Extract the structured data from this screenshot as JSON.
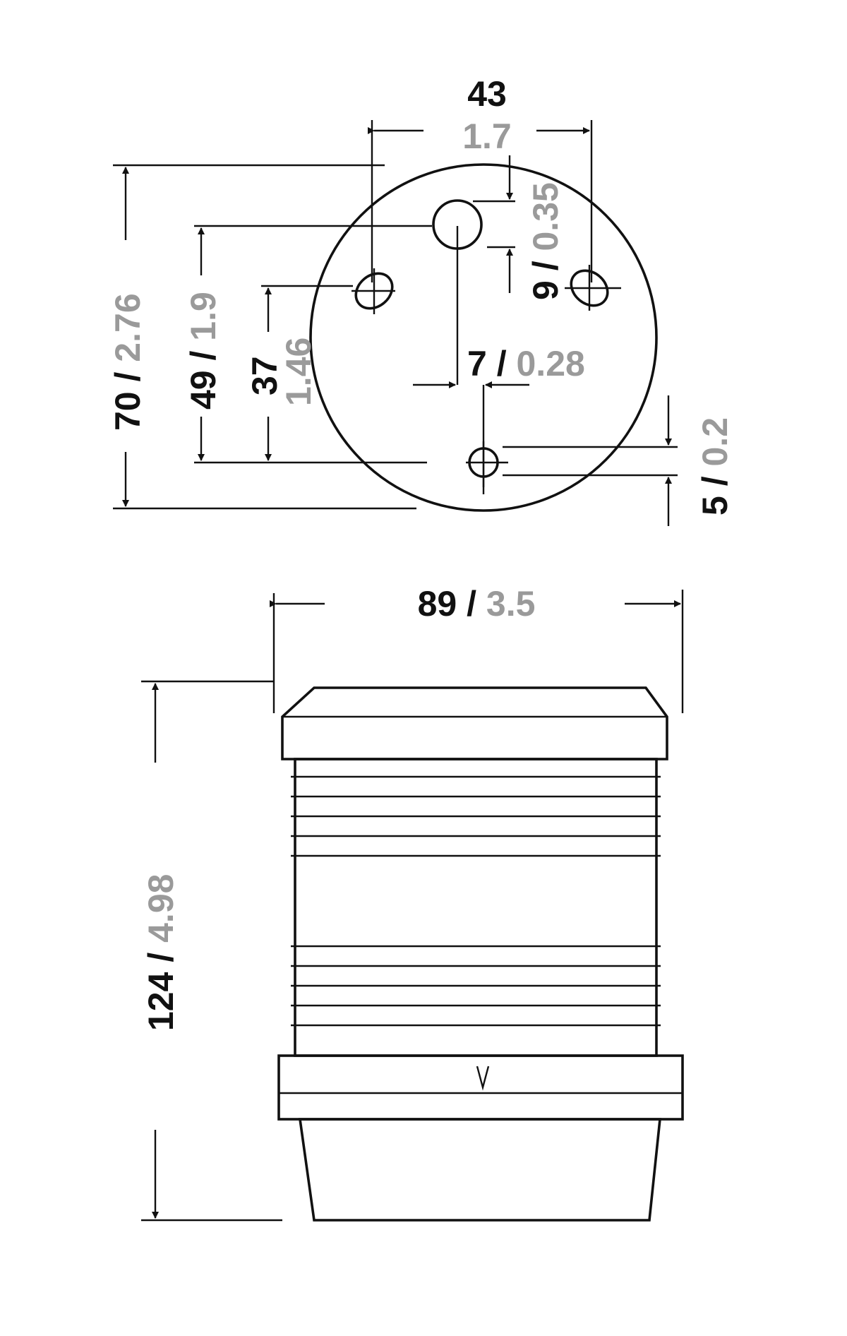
{
  "colors": {
    "line": "#111111",
    "metric": "#111111",
    "imperial": "#9a9a9a"
  },
  "top_view": {
    "width_top": {
      "metric": "43",
      "imperial": "1.7"
    },
    "hole_offset": {
      "metric": "9",
      "sep": " / ",
      "imperial": "0.35"
    },
    "height_70": {
      "metric": "70",
      "sep": " / ",
      "imperial": "2.76"
    },
    "height_49": {
      "metric": "49",
      "sep": " / ",
      "imperial": "1.9"
    },
    "height_37": {
      "metric": "37",
      "imperial": "1.46"
    },
    "center_offset": {
      "metric": "7",
      "sep": " / ",
      "imperial": "0.28"
    },
    "bottom_offset": {
      "metric": "5",
      "sep": " / ",
      "imperial": "0.2"
    }
  },
  "side_view": {
    "width": {
      "metric": "89",
      "sep": " / ",
      "imperial": "3.5"
    },
    "height": {
      "metric": "124",
      "sep": " / ",
      "imperial": "4.98"
    }
  }
}
